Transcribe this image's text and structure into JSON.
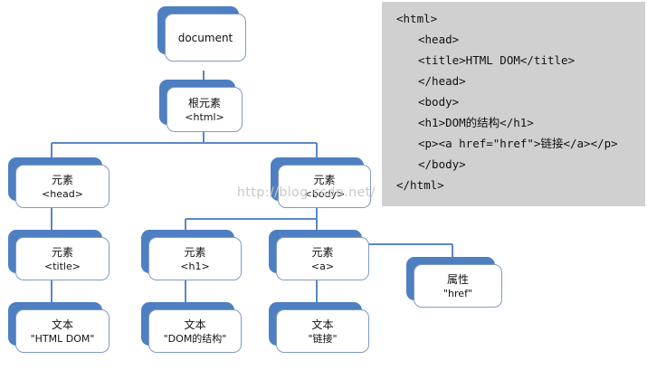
{
  "nodes": {
    "document": {
      "label": "document"
    },
    "root": {
      "label": "根元素",
      "tag": "<html>"
    },
    "head": {
      "label": "元素",
      "tag": "<head>"
    },
    "body": {
      "label": "元素",
      "tag": "<body>"
    },
    "title": {
      "label": "元素",
      "tag": "<title>"
    },
    "h1": {
      "label": "元素",
      "tag": "<h1>"
    },
    "a": {
      "label": "元素",
      "tag": "<a>"
    },
    "attr": {
      "label": "属性",
      "tag": "\"href\""
    },
    "text_title": {
      "label": "文本",
      "tag": "\"HTML DOM\""
    },
    "text_h1": {
      "label": "文本",
      "tag": "\"DOM的结构\""
    },
    "text_a": {
      "label": "文本",
      "tag": "\"链接\""
    }
  },
  "code": {
    "lines": [
      "<html>",
      "<head>",
      "<title>HTML DOM</title>",
      "</head>",
      "<body>",
      "<h1>DOM的结构</h1>",
      "<p><a href=\"href\">链接</a></p>",
      "</body>",
      "</html>"
    ]
  },
  "watermark": "http://blog.csdn.net/",
  "colors": {
    "node_shadow": "#4e7fc1",
    "node_border": "#7f9cc4",
    "connector": "#5b87c4",
    "code_bg": "#d0d0d0"
  }
}
